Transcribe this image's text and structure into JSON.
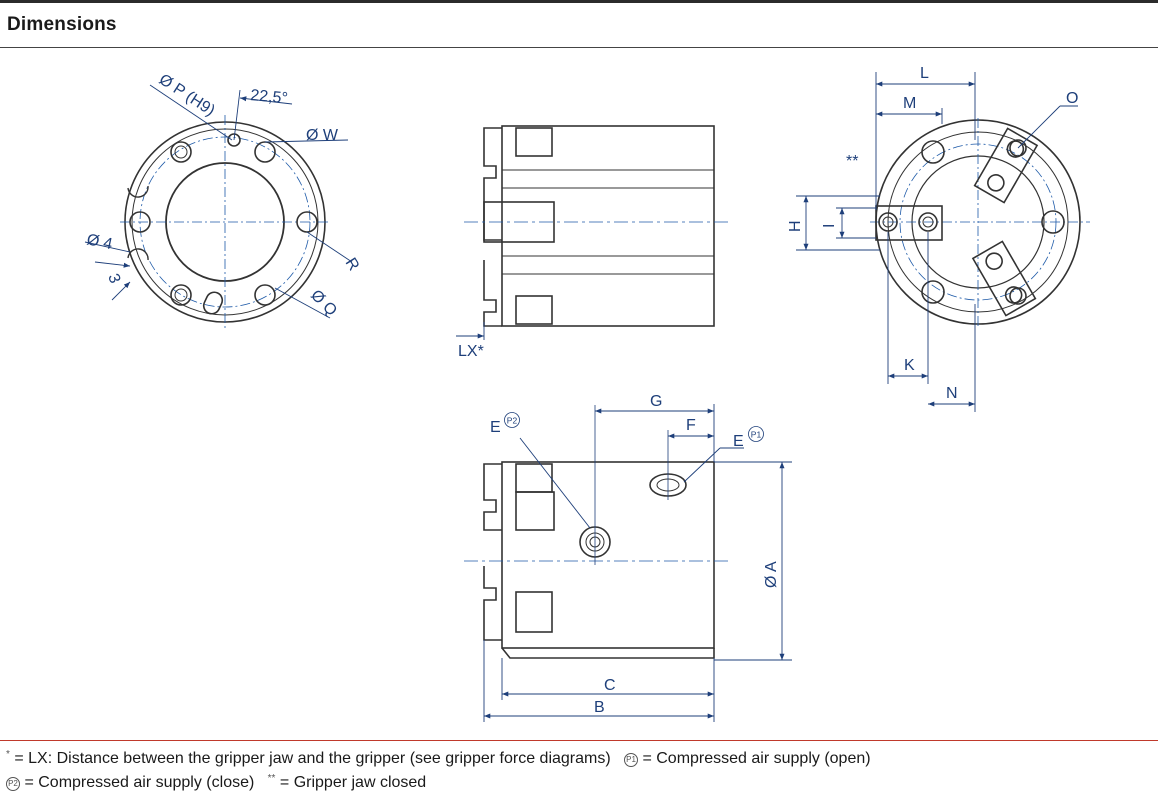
{
  "header": {
    "title": "Dimensions"
  },
  "labels": {
    "p_h9": "Ø P (H9)",
    "angle": "22,5°",
    "w": "Ø W",
    "r": "R",
    "d4": "Ø 4",
    "three": "3",
    "q": "Ø Q",
    "lx": "LX*",
    "l": "L",
    "m": "M",
    "o": "O",
    "star2": "**",
    "h": "H",
    "i": "I",
    "k": "K",
    "n": "N",
    "g": "G",
    "f": "F",
    "e": "E",
    "p1": "P1",
    "p2": "P2",
    "a": "Ø A",
    "c": "C",
    "b": "B"
  },
  "footnotes": {
    "star": "*",
    "lx_text": " = LX: Distance between the gripper jaw and the gripper (see gripper force diagrams)",
    "p1_mark": "P1",
    "p1_text": " = Compressed air supply (open)",
    "p2_mark": "P2",
    "p2_text": " = Compressed air supply (close)",
    "star2": "**",
    "star2_text": " = Gripper jaw closed"
  },
  "colors": {
    "dimension": "#1e3f7a",
    "outline": "#333333",
    "centerline": "#1e5aa8",
    "footer_rule": "#c0392b"
  }
}
